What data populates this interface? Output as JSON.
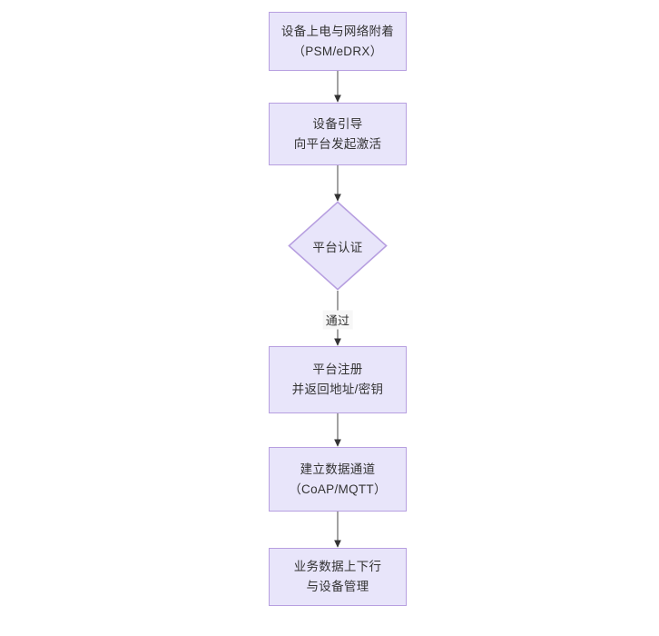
{
  "diagram": {
    "type": "flowchart",
    "orientation": "top-to-bottom",
    "background_color": "#ffffff",
    "node_fill_color": "#e8e5fa",
    "node_border_color": "#b79fe0",
    "edge_color": "#333333",
    "text_color": "#333333",
    "nodes": [
      {
        "id": "n1",
        "shape": "rectangle",
        "lines": [
          "设备上电与网络附着",
          "（PSM/eDRX）"
        ]
      },
      {
        "id": "n2",
        "shape": "rectangle",
        "lines": [
          "设备引导",
          "向平台发起激活"
        ]
      },
      {
        "id": "n3",
        "shape": "diamond",
        "lines": [
          "平台认证"
        ]
      },
      {
        "id": "n4",
        "shape": "rectangle",
        "lines": [
          "平台注册",
          "并返回地址/密钥"
        ]
      },
      {
        "id": "n5",
        "shape": "rectangle",
        "lines": [
          "建立数据通道",
          "（CoAP/MQTT）"
        ]
      },
      {
        "id": "n6",
        "shape": "rectangle",
        "lines": [
          "业务数据上下行",
          "与设备管理"
        ]
      }
    ],
    "edges": [
      {
        "id": "e1",
        "from": "n1",
        "to": "n2",
        "label": ""
      },
      {
        "id": "e2",
        "from": "n2",
        "to": "n3",
        "label": ""
      },
      {
        "id": "e3",
        "from": "n3",
        "to": "n4",
        "label": "通过"
      },
      {
        "id": "e4",
        "from": "n4",
        "to": "n5",
        "label": ""
      },
      {
        "id": "e5",
        "from": "n5",
        "to": "n6",
        "label": ""
      }
    ]
  }
}
